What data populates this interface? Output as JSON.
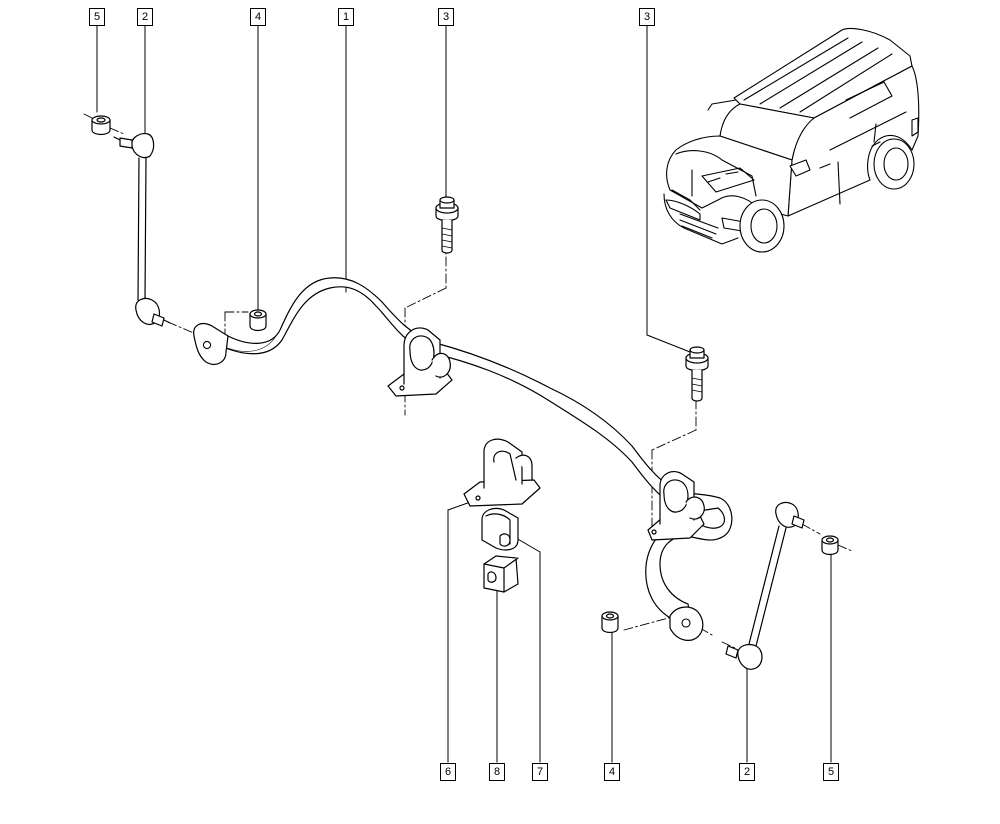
{
  "callouts_top": [
    {
      "id": "top-5",
      "number": "5"
    },
    {
      "id": "top-2",
      "number": "2"
    },
    {
      "id": "top-4",
      "number": "4"
    },
    {
      "id": "top-1",
      "number": "1"
    },
    {
      "id": "top-3a",
      "number": "3"
    },
    {
      "id": "top-3b",
      "number": "3"
    }
  ],
  "callouts_bottom": [
    {
      "id": "bottom-6",
      "number": "6"
    },
    {
      "id": "bottom-8",
      "number": "8"
    },
    {
      "id": "bottom-7",
      "number": "7"
    },
    {
      "id": "bottom-4",
      "number": "4"
    },
    {
      "id": "bottom-2",
      "number": "2"
    },
    {
      "id": "bottom-5",
      "number": "5"
    }
  ]
}
